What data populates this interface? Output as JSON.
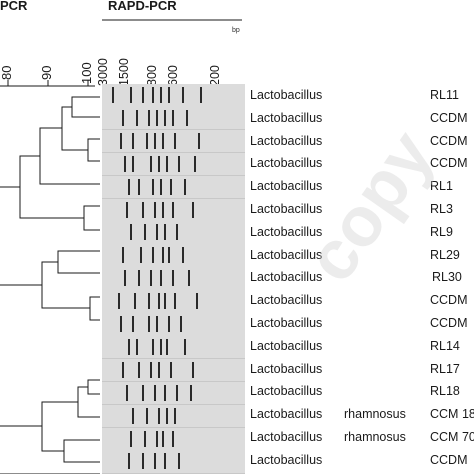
{
  "headers": {
    "left_partial": "PCR",
    "right": "RAPD-PCR",
    "bp_unit": "bp"
  },
  "similarity_scale": [
    "80",
    "90",
    "100"
  ],
  "bp_ticks": [
    "3000",
    "1500",
    "800",
    "600",
    "200"
  ],
  "rows": [
    {
      "genus": "Lactobacillus",
      "species": "",
      "strain": "RL11"
    },
    {
      "genus": "Lactobacillus",
      "species": "",
      "strain": "CCDM"
    },
    {
      "genus": "Lactobacillus",
      "species": "",
      "strain": "CCDM"
    },
    {
      "genus": "Lactobacillus",
      "species": "",
      "strain": "CCDM"
    },
    {
      "genus": "Lactobacillus",
      "species": "",
      "strain": "RL1"
    },
    {
      "genus": "Lactobacillus",
      "species": "",
      "strain": "RL3"
    },
    {
      "genus": "Lactobacillus",
      "species": "",
      "strain": "RL9"
    },
    {
      "genus": "Lactobacillus",
      "species": "",
      "strain": "RL29"
    },
    {
      "genus": "Lactobacillus",
      "species": "",
      "strain": "RL30"
    },
    {
      "genus": "Lactobacillus",
      "species": "",
      "strain": "CCDM"
    },
    {
      "genus": "Lactobacillus",
      "species": "",
      "strain": "CCDM"
    },
    {
      "genus": "Lactobacillus",
      "species": "",
      "strain": "RL14"
    },
    {
      "genus": "Lactobacillus",
      "species": "",
      "strain": "RL17"
    },
    {
      "genus": "Lactobacillus",
      "species": "",
      "strain": "RL18"
    },
    {
      "genus": "Lactobacillus",
      "species": "rhamnosus",
      "strain": "CCM 18"
    },
    {
      "genus": "Lactobacillus",
      "species": "rhamnosus",
      "strain": "CCM 70"
    },
    {
      "genus": "Lactobacillus",
      "species": "",
      "strain": "CCDM"
    }
  ],
  "watermark": "copy"
}
